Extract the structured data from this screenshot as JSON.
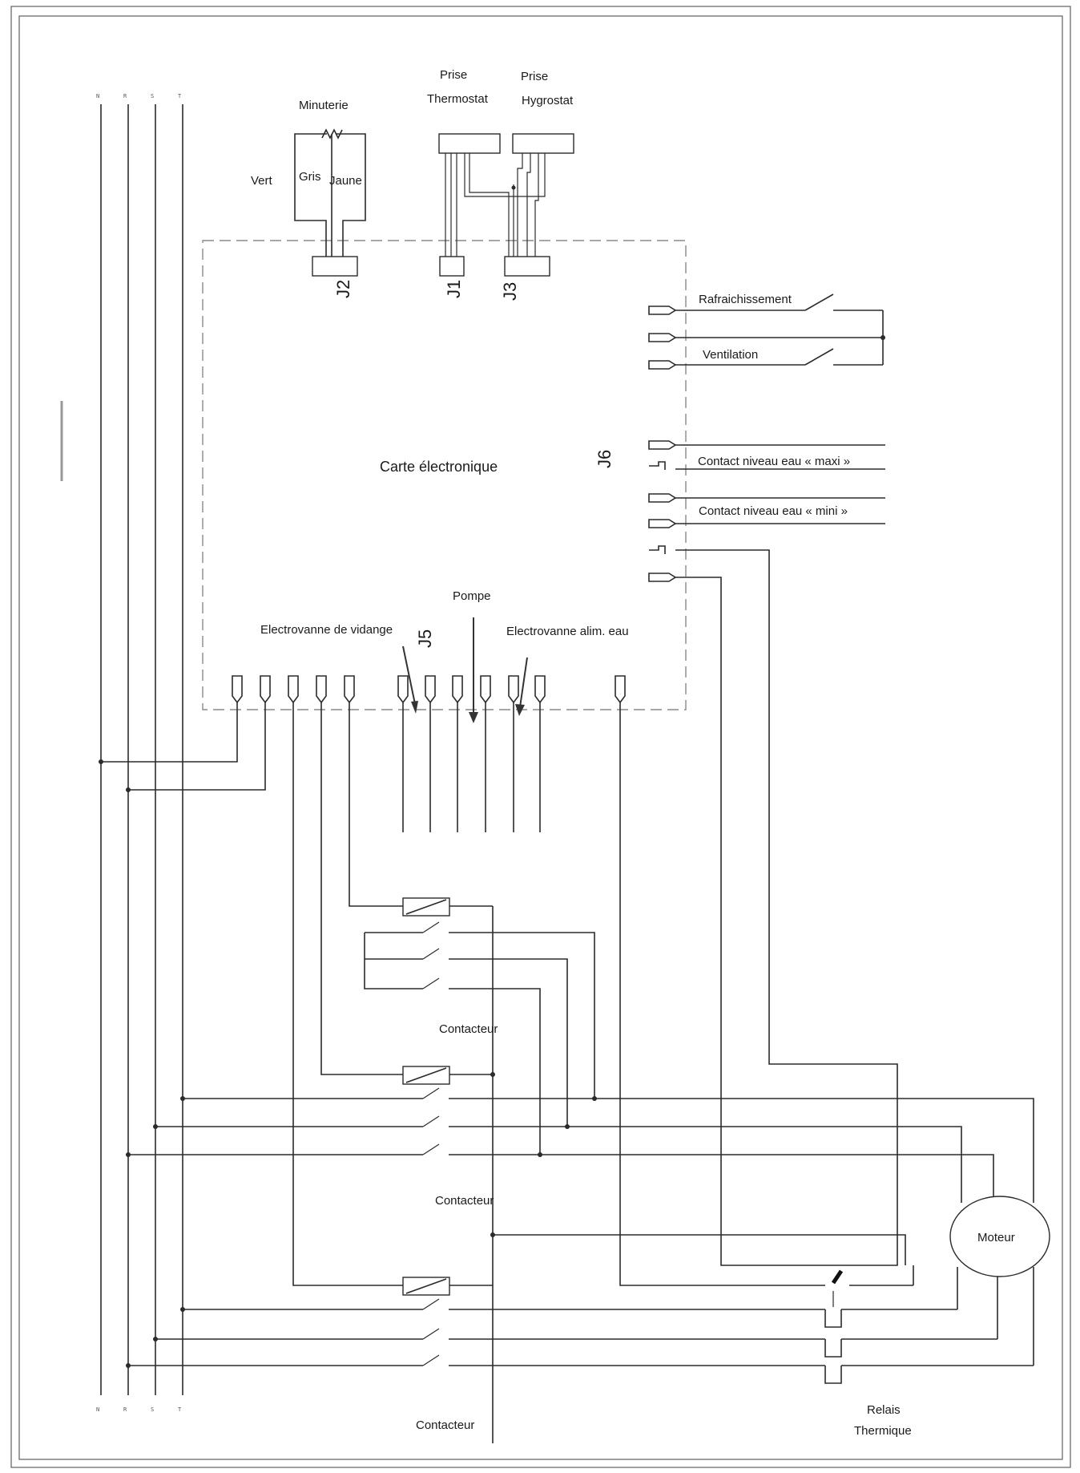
{
  "labels": {
    "minuterie": "Minuterie",
    "vert": "Vert",
    "gris": "Gris",
    "jaune": "Jaune",
    "prise_thermostat_1": "Prise",
    "prise_thermostat_2": "Thermostat",
    "prise_hygrostat_1": "Prise",
    "prise_hygrostat_2": "Hygrostat",
    "j1": "J1",
    "j2": "J2",
    "j3": "J3",
    "j5": "J5",
    "j6": "J6",
    "carte": "Carte électronique",
    "rafraichissement": "Rafraichissement",
    "ventilation": "Ventilation",
    "contact_maxi": "Contact niveau eau « maxi »",
    "contact_mini": "Contact niveau eau « mini »",
    "pompe": "Pompe",
    "electrovanne_vidange": "Electrovanne de vidange",
    "electrovanne_alim": "Electrovanne alim. eau",
    "contacteur_1": "Contacteur",
    "contacteur_2": "Contacteur",
    "contacteur_3": "Contacteur",
    "moteur": "Moteur",
    "relais_1": "Relais",
    "relais_2": "Thermique"
  }
}
